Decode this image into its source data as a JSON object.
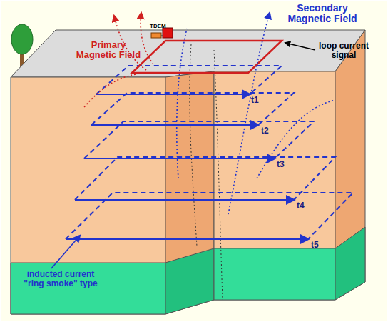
{
  "diagram": {
    "labels": [
      "Secondary Magnetic Field",
      "Primary Magnetic Field",
      "TDEM",
      "loop current signal",
      "t1",
      "t2",
      "t3",
      "t4",
      "t5",
      "inducted current \"ring smoke\" type"
    ]
  }
}
